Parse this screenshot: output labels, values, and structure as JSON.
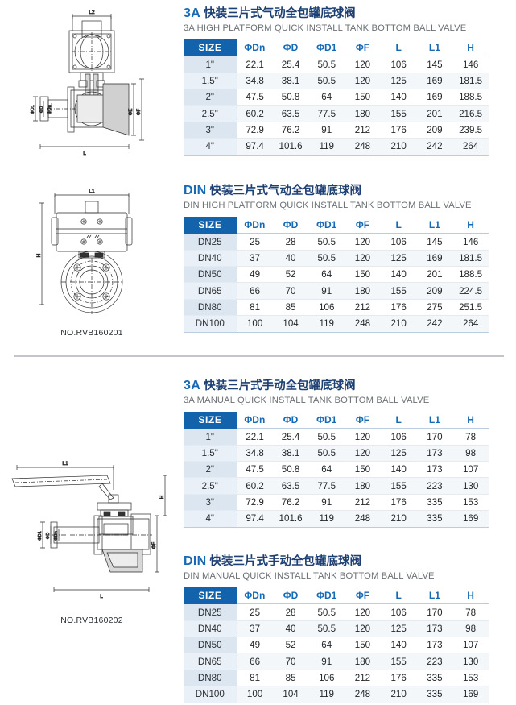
{
  "document": {
    "title": "Quick Install Tank Bottom Ball Valve Specifications",
    "columns": [
      "SIZE",
      "ΦDn",
      "ΦD",
      "ΦD1",
      "ΦF",
      "L",
      "L1",
      "H"
    ],
    "accent_blue": "#1669b5",
    "header_fill": "#1263ab",
    "heading_navy": "#1d3f72",
    "divider_color": "#c2c6ca"
  },
  "sections": [
    {
      "id": "3a-pneumatic",
      "standard": "3A",
      "heading_cn": "快装三片式气动全包罐底球阀",
      "heading_en": "3A HIGH PLATFORM QUICK INSTALL TANK BOTTOM BALL VALVE",
      "drawing": {
        "name": "pneumatic-actuator-valve-section-view",
        "model_no": "",
        "dimension_labels": [
          "L2",
          "L",
          "ΦD1",
          "ΦD",
          "ΦDn",
          "ΦE",
          "ΦF"
        ]
      },
      "table": {
        "columns": [
          "SIZE",
          "ΦDn",
          "ΦD",
          "ΦD1",
          "ΦF",
          "L",
          "L1",
          "H"
        ],
        "rows": [
          [
            "1\"",
            "22.1",
            "25.4",
            "50.5",
            "120",
            "106",
            "145",
            "146"
          ],
          [
            "1.5\"",
            "34.8",
            "38.1",
            "50.5",
            "120",
            "125",
            "169",
            "181.5"
          ],
          [
            "2\"",
            "47.5",
            "50.8",
            "64",
            "150",
            "140",
            "169",
            "188.5"
          ],
          [
            "2.5\"",
            "60.2",
            "63.5",
            "77.5",
            "180",
            "155",
            "201",
            "216.5"
          ],
          [
            "3\"",
            "72.9",
            "76.2",
            "91",
            "212",
            "176",
            "209",
            "239.5"
          ],
          [
            "4\"",
            "97.4",
            "101.6",
            "119",
            "248",
            "210",
            "242",
            "264"
          ]
        ]
      }
    },
    {
      "id": "din-pneumatic",
      "standard": "DIN",
      "heading_cn": "快装三片式气动全包罐底球阀",
      "heading_en": "DIN HIGH PLATFORM QUICK INSTALL TANK BOTTOM BALL VALVE",
      "drawing": {
        "name": "pneumatic-actuator-valve-front-view",
        "model_no": "NO.RVB160201",
        "dimension_labels": [
          "L1",
          "H"
        ]
      },
      "table": {
        "columns": [
          "SIZE",
          "ΦDn",
          "ΦD",
          "ΦD1",
          "ΦF",
          "L",
          "L1",
          "H"
        ],
        "rows": [
          [
            "DN25",
            "25",
            "28",
            "50.5",
            "120",
            "106",
            "145",
            "146"
          ],
          [
            "DN40",
            "37",
            "40",
            "50.5",
            "120",
            "125",
            "169",
            "181.5"
          ],
          [
            "DN50",
            "49",
            "52",
            "64",
            "150",
            "140",
            "201",
            "188.5"
          ],
          [
            "DN65",
            "66",
            "70",
            "91",
            "180",
            "155",
            "209",
            "224.5"
          ],
          [
            "DN80",
            "81",
            "85",
            "106",
            "212",
            "176",
            "275",
            "251.5"
          ],
          [
            "DN100",
            "100",
            "104",
            "119",
            "248",
            "210",
            "242",
            "264"
          ]
        ]
      }
    },
    {
      "id": "3a-manual",
      "standard": "3A",
      "heading_cn": "快装三片式手动全包罐底球阀",
      "heading_en": "3A MANUAL QUICK INSTALL TANK BOTTOM BALL VALVE",
      "drawing": {
        "name": "manual-lever-valve-section-view",
        "model_no": "NO.RVB160202",
        "dimension_labels": [
          "L1",
          "L",
          "H",
          "ΦD1",
          "ΦD",
          "ΦDn",
          "ΦF"
        ]
      },
      "table": {
        "columns": [
          "SIZE",
          "ΦDn",
          "ΦD",
          "ΦD1",
          "ΦF",
          "L",
          "L1",
          "H"
        ],
        "rows": [
          [
            "1\"",
            "22.1",
            "25.4",
            "50.5",
            "120",
            "106",
            "170",
            "78"
          ],
          [
            "1.5\"",
            "34.8",
            "38.1",
            "50.5",
            "120",
            "125",
            "173",
            "98"
          ],
          [
            "2\"",
            "47.5",
            "50.8",
            "64",
            "150",
            "140",
            "173",
            "107"
          ],
          [
            "2.5\"",
            "60.2",
            "63.5",
            "77.5",
            "180",
            "155",
            "223",
            "130"
          ],
          [
            "3\"",
            "72.9",
            "76.2",
            "91",
            "212",
            "176",
            "335",
            "153"
          ],
          [
            "4\"",
            "97.4",
            "101.6",
            "119",
            "248",
            "210",
            "335",
            "169"
          ]
        ]
      }
    },
    {
      "id": "din-manual",
      "standard": "DIN",
      "heading_cn": "快装三片式手动全包罐底球阀",
      "heading_en": "DIN MANUAL QUICK INSTALL TANK BOTTOM BALL VALVE",
      "drawing": {
        "name": "manual-lever-valve-shared-view",
        "model_no": "",
        "dimension_labels": []
      },
      "table": {
        "columns": [
          "SIZE",
          "ΦDn",
          "ΦD",
          "ΦD1",
          "ΦF",
          "L",
          "L1",
          "H"
        ],
        "rows": [
          [
            "DN25",
            "25",
            "28",
            "50.5",
            "120",
            "106",
            "170",
            "78"
          ],
          [
            "DN40",
            "37",
            "40",
            "50.5",
            "120",
            "125",
            "173",
            "98"
          ],
          [
            "DN50",
            "49",
            "52",
            "64",
            "150",
            "140",
            "173",
            "107"
          ],
          [
            "DN65",
            "66",
            "70",
            "91",
            "180",
            "155",
            "223",
            "130"
          ],
          [
            "DN80",
            "81",
            "85",
            "106",
            "212",
            "176",
            "335",
            "153"
          ],
          [
            "DN100",
            "100",
            "104",
            "119",
            "248",
            "210",
            "335",
            "169"
          ]
        ]
      }
    }
  ]
}
